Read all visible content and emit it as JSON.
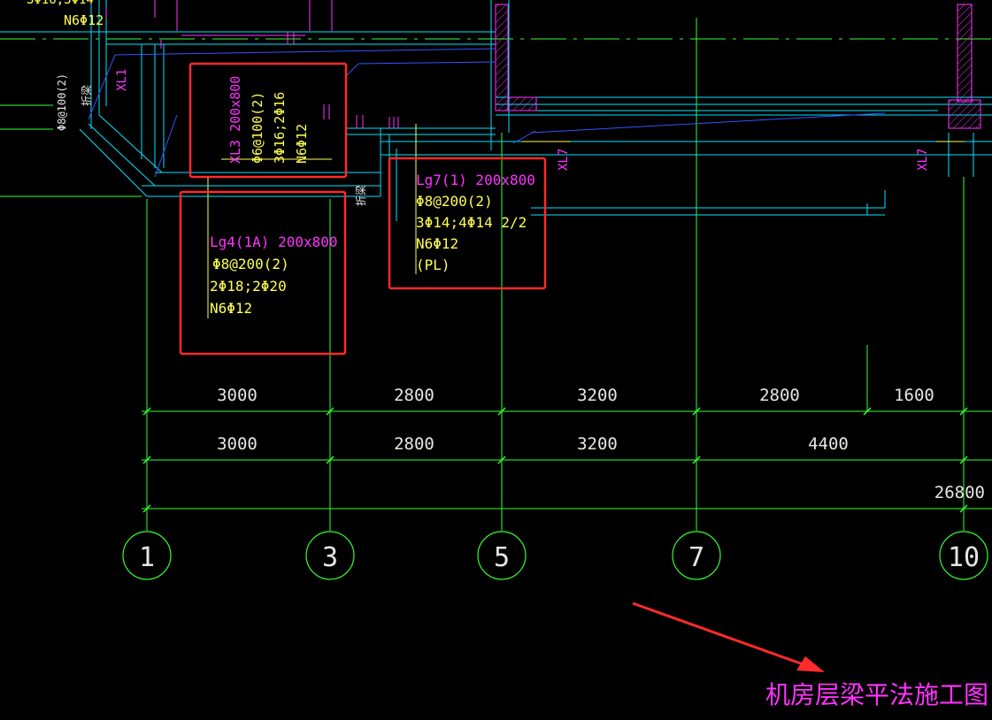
{
  "colors": {
    "background": "#000000",
    "grid": "#33ff33",
    "beam": "#00e5ff",
    "wall_hatch": "#ff33ff",
    "rebar": "#3355ff",
    "highlight_box": "#ff2a2a",
    "text_yellow": "#ffff55",
    "text_magenta": "#ff33ff",
    "dimension_text": "#e6e6e6"
  },
  "top_left_notes": {
    "line1": "3Φ16;3Φ14",
    "line2": "N6Φ12",
    "vertical_stirrup": "Φ8@100(2)",
    "vertical_fold": "折梁"
  },
  "beam_tags": {
    "xl1": "XL1",
    "xl7_a": "XL7",
    "xl7_b": "XL7",
    "fold_beam": "折梁"
  },
  "annotations": {
    "xl3": {
      "title": "XL3 200x800",
      "stirrup": "Φ6@100(2)",
      "rebar": "3Φ16;2Φ16",
      "side": "N6Φ12"
    },
    "lg4": {
      "title": "Lg4(1A) 200x800",
      "stirrup": "Φ8@200(2)",
      "rebar": "2Φ18;2Φ20",
      "side": "N6Φ12"
    },
    "lg7": {
      "title": "Lg7(1) 200x800",
      "stirrup": "Φ8@200(2)",
      "rebar": "3Φ14;4Φ14 2/2",
      "side": "N6Φ12",
      "note": "(PL)"
    }
  },
  "dimensions": {
    "row1": [
      "3000",
      "2800",
      "3200",
      "2800",
      "1600"
    ],
    "row2": [
      "3000",
      "2800",
      "3200",
      "4400"
    ],
    "total": "26800"
  },
  "grid_axes": [
    "1",
    "3",
    "5",
    "7",
    "10"
  ],
  "drawing_title": "机房层梁平法施工图"
}
